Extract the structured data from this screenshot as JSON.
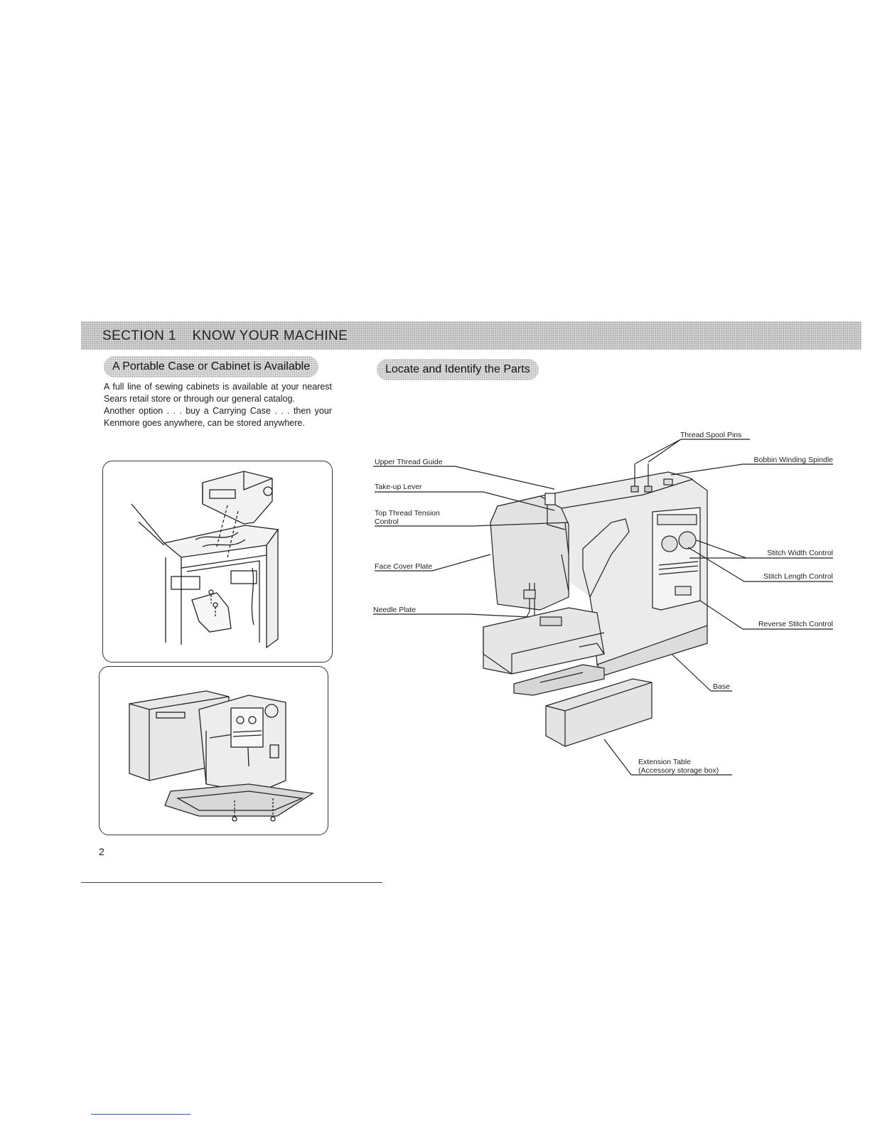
{
  "section_bar": {
    "title": "SECTION 1    KNOW YOUR MACHINE"
  },
  "left": {
    "heading": "A Portable Case or Cabinet is Available",
    "paragraph1": "A full line of sewing cabinets is available at your nearest Sears retail store or through our general catalog.",
    "paragraph2": "Another option . . . buy a Carrying Case . . . then your Kenmore goes anywhere, can be stored anywhere."
  },
  "right": {
    "heading": "Locate and Identify the Parts",
    "callouts": {
      "thread_spool_pins": "Thread Spool Pins",
      "bobbin_winding_spindle": "Bobbin Winding Spindle",
      "upper_thread_guide": "Upper Thread Guide",
      "take_up_lever": "Take-up Lever",
      "top_thread_tension_line1": "Top Thread Tension",
      "top_thread_tension_line2": "Control",
      "face_cover_plate": "Face Cover Plate",
      "needle_plate": "Needle Plate",
      "stitch_width_control": "Stitch Width Control",
      "stitch_length_control": "Stitch Length Control",
      "reverse_stitch_control": "Reverse Stitch Control",
      "base": "Base",
      "extension_table_line1": "Extension Table",
      "extension_table_line2": "(Accessory storage box)"
    }
  },
  "page_number": "2"
}
